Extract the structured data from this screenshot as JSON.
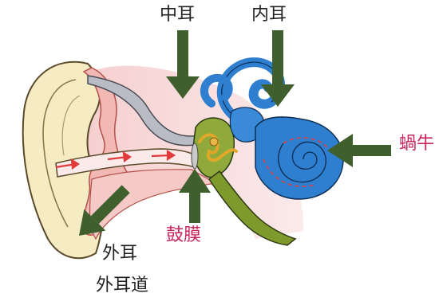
{
  "labels": {
    "middle_ear": "中耳",
    "inner_ear": "内耳",
    "cochlea": "蝸牛",
    "eardrum": "鼓膜",
    "outer_ear": "外耳",
    "ear_canal": "外耳道"
  },
  "colors": {
    "label_black": "#222222",
    "label_red": "#c8245a",
    "arrow": "#3f5f2c",
    "inner_ear_blue": "#2f7fd0",
    "middle_ear_green": "#7f9a2c",
    "skin": "#f5ecc4",
    "tissue_pink": "#f3c1c0",
    "sound_arrow_red": "#e23a3a"
  }
}
